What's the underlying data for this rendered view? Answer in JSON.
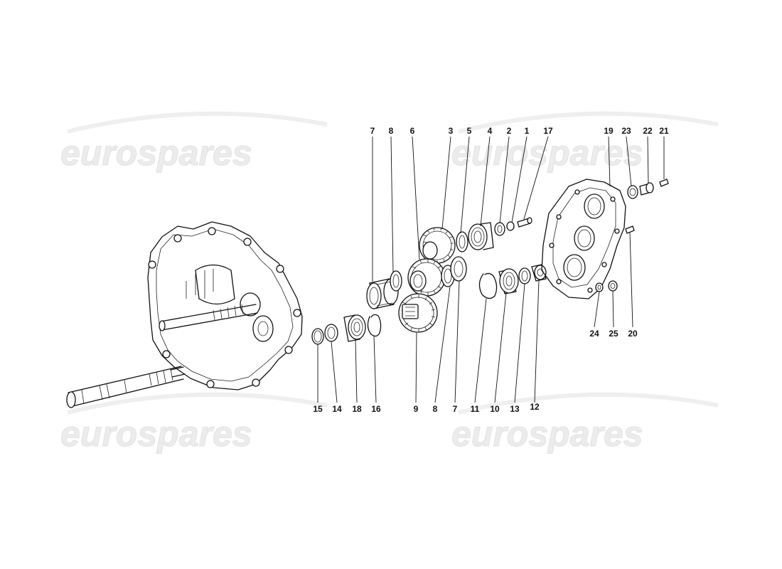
{
  "watermark": {
    "text": "eurospares",
    "color": "#ececec"
  },
  "callouts": {
    "n1": "1",
    "n2": "2",
    "n3": "3",
    "n4": "4",
    "n5": "5",
    "n6": "6",
    "n7a": "7",
    "n7b": "7",
    "n8a": "8",
    "n8b": "8",
    "n9": "9",
    "n10": "10",
    "n11": "11",
    "n12": "12",
    "n13": "13",
    "n14": "14",
    "n15": "15",
    "n16": "16",
    "n17": "17",
    "n18": "18",
    "n19": "19",
    "n20": "20",
    "n21": "21",
    "n22": "22",
    "n23": "23",
    "n24": "24",
    "n25": "25"
  }
}
